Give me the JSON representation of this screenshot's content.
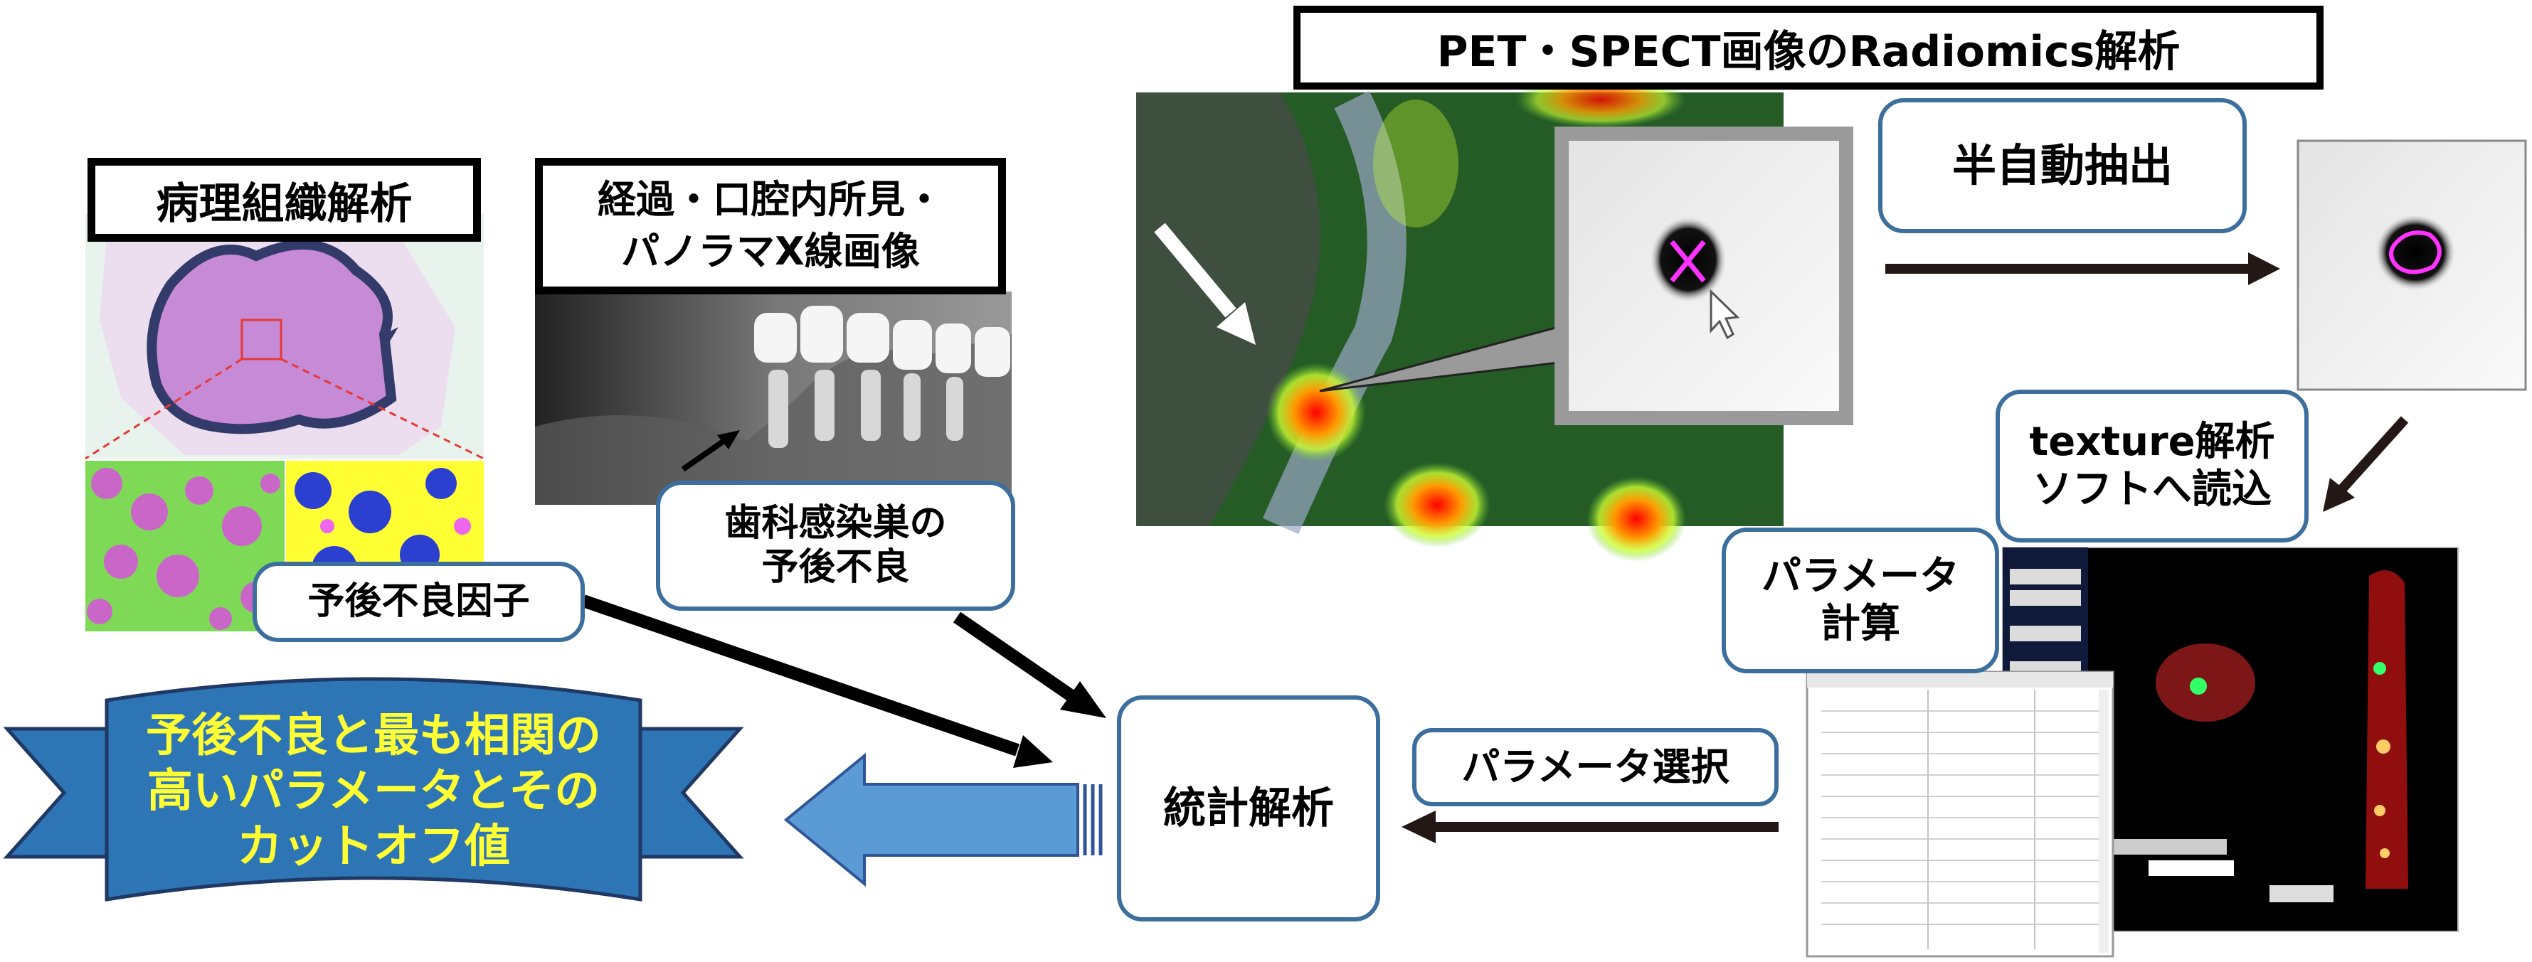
{
  "title": "PET・SPECT画像のRadiomics解析",
  "pathology": {
    "label": "病理組織解析"
  },
  "clinical": {
    "line1": "経過・口腔内所見・",
    "line2": "パノラマX線画像"
  },
  "dental_infection": {
    "line1": "歯科感染巣の",
    "line2": "予後不良"
  },
  "prognostic_factor": {
    "label": "予後不良因子"
  },
  "semi_auto": {
    "label": "半自動抽出"
  },
  "texture": {
    "line1": "texture解析",
    "line2": "ソフトへ読込"
  },
  "param_calc": {
    "line1": "パラメータ",
    "line2": "計算"
  },
  "param_select": {
    "label": "パラメータ選択"
  },
  "stats": {
    "label": "統計解析"
  },
  "banner": {
    "line1": "予後不良と最も相関の",
    "line2": "高いパラメータとその",
    "line3": "カットオフ値",
    "text_color": "#ffff33",
    "fill": "#2e75b6"
  },
  "colors": {
    "bubble_border": "#3d6f9e",
    "arrow": "#000000",
    "block_arrow": "#5b9bd5"
  }
}
